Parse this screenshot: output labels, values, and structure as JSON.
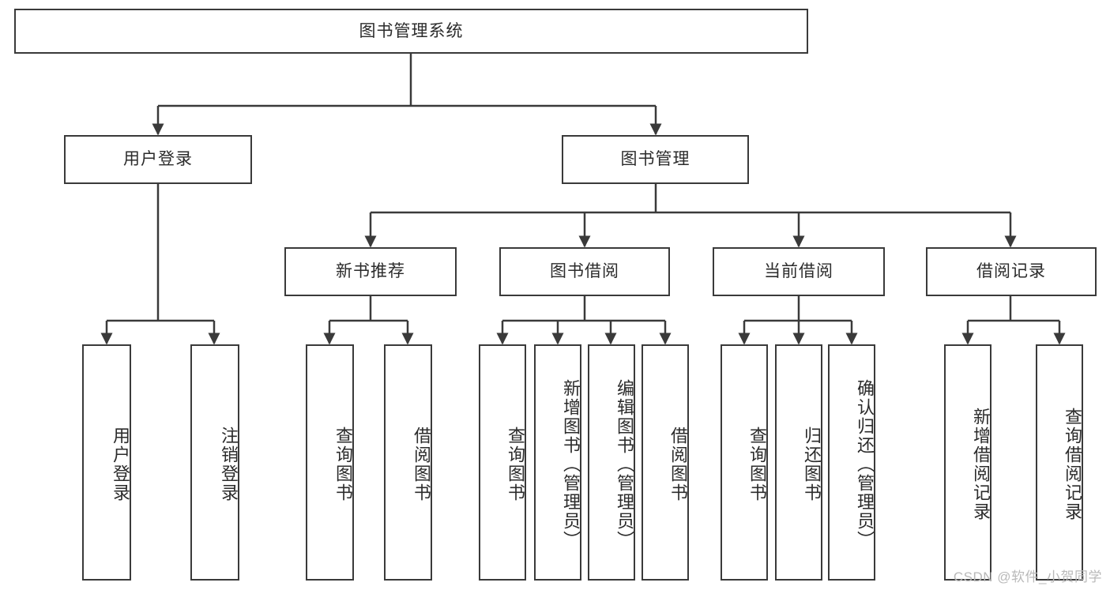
{
  "diagram": {
    "title": "图书管理系统",
    "type": "functional-structure-tree",
    "watermark": "CSDN @软件_小贺同学",
    "colors": {
      "line": "#3a3a3a",
      "text": "#2b2b2b",
      "background": "#ffffff",
      "watermark": "#b9b9b9"
    },
    "root": {
      "id": "root",
      "label": "图书管理系统"
    },
    "level2": [
      {
        "id": "user-login",
        "label": "用户登录"
      },
      {
        "id": "book-manage",
        "label": "图书管理"
      }
    ],
    "level3": [
      {
        "id": "new-book-recommend",
        "label": "新书推荐",
        "parent": "book-manage"
      },
      {
        "id": "book-borrow",
        "label": "图书借阅",
        "parent": "book-manage"
      },
      {
        "id": "current-borrow",
        "label": "当前借阅",
        "parent": "book-manage"
      },
      {
        "id": "borrow-record",
        "label": "借阅记录",
        "parent": "book-manage"
      }
    ],
    "leaves": [
      {
        "id": "leaf-user-login",
        "label": "用户登录",
        "parent": "user-login"
      },
      {
        "id": "leaf-logout-login",
        "label": "注销登录",
        "parent": "user-login"
      },
      {
        "id": "leaf-query-book-1",
        "label": "查询图书",
        "parent": "new-book-recommend"
      },
      {
        "id": "leaf-borrow-book-1",
        "label": "借阅图书",
        "parent": "new-book-recommend"
      },
      {
        "id": "leaf-query-book-2",
        "label": "查询图书",
        "parent": "book-borrow"
      },
      {
        "id": "leaf-add-book",
        "label": "新增图书（管理员）",
        "parent": "book-borrow"
      },
      {
        "id": "leaf-edit-book",
        "label": "编辑图书（管理员）",
        "parent": "book-borrow"
      },
      {
        "id": "leaf-borrow-book-2",
        "label": "借阅图书",
        "parent": "book-borrow"
      },
      {
        "id": "leaf-query-book-3",
        "label": "查询图书",
        "parent": "current-borrow"
      },
      {
        "id": "leaf-return-book",
        "label": "归还图书",
        "parent": "current-borrow"
      },
      {
        "id": "leaf-confirm-return",
        "label": "确认归还（管理员）",
        "parent": "current-borrow"
      },
      {
        "id": "leaf-add-record",
        "label": "新增借阅记录",
        "parent": "borrow-record"
      },
      {
        "id": "leaf-query-record",
        "label": "查询借阅记录",
        "parent": "borrow-record"
      }
    ]
  }
}
